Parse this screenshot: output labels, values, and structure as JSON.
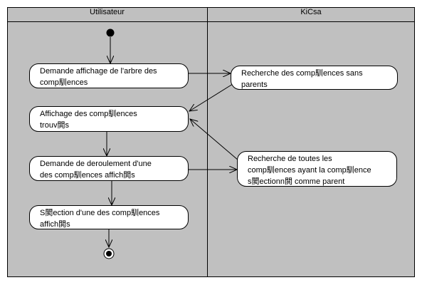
{
  "lanes": {
    "left_title": "Utilisateur",
    "right_title": "KiCsa"
  },
  "activities": {
    "demande_affichage": {
      "line1": "Demande affichage de l'arbre des",
      "line2": "comp馴ences"
    },
    "affichage_competences": {
      "line1": "Affichage des comp馴ences",
      "line2": "trouv閧s"
    },
    "demande_deroulement": {
      "line1": "Demande de deroulement d'une",
      "line2": "des comp馴ences affich閧s"
    },
    "selection": {
      "line1": "S閡ection d'une des comp馴ences",
      "line2": "affich閧s"
    },
    "recherche_sans_parents": {
      "line1": "Recherche des comp馴ences sans",
      "line2": "parents"
    },
    "recherche_toutes": {
      "line1": "Recherche de toutes les",
      "line2": "comp馴ences ayant la comp馴ence",
      "line3": "s閡ectionn閧 comme parent"
    }
  },
  "colors": {
    "lane_background": "#c0c0c0",
    "node_fill": "#ffffff",
    "stroke": "#000000"
  }
}
